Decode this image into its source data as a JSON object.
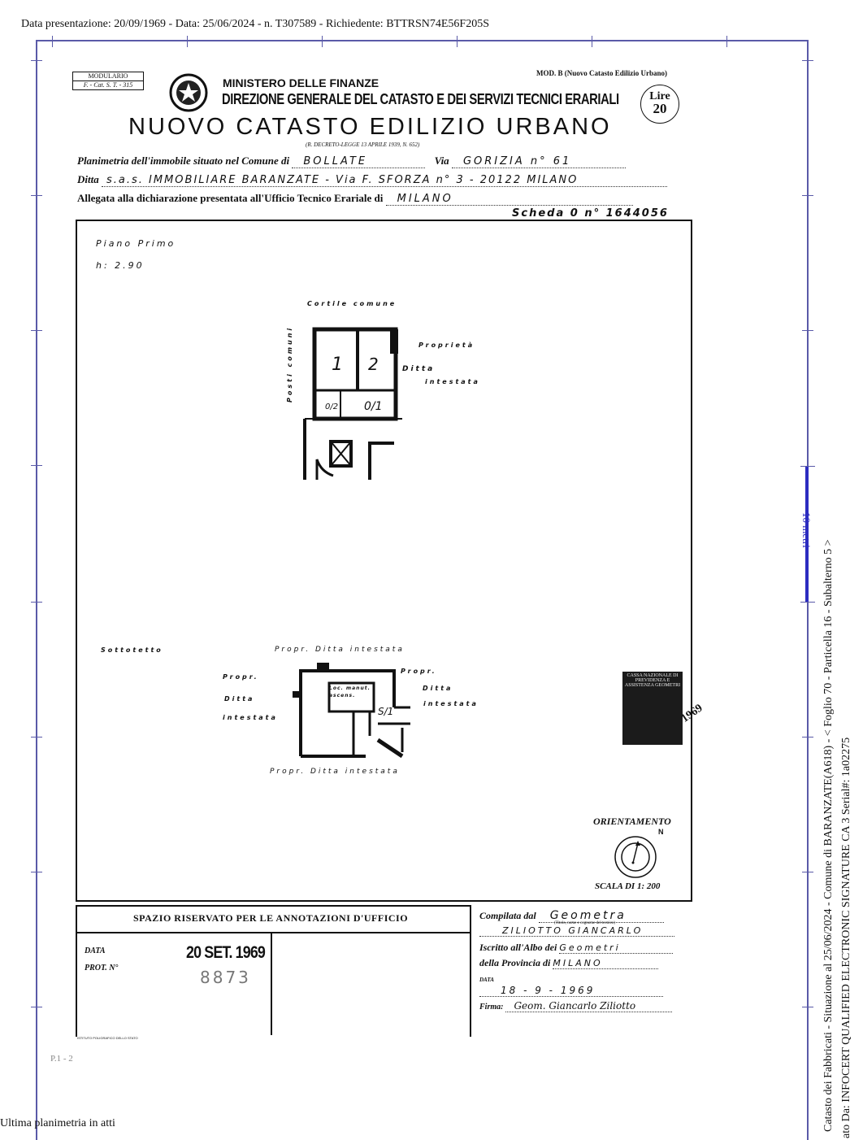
{
  "header": {
    "text": "Data presentazione: 20/09/1969 - Data: 25/06/2024 - n. T307589 - Richiedente: BTTRSN74E56F205S"
  },
  "footer": {
    "text": "Ultima planimetria in atti"
  },
  "side": {
    "scale_bar_label": "10 metri",
    "line1": "Catasto dei Fabbricati - Situazione al 25/06/2024 - Comune di BARANZATE(A618) - < Foglio 70 - Particella 16 - Subalterno 5 >",
    "line2": "ato Da: INFOCERT QUALIFIED ELECTRONIC SIGNATURE CA 3 Serial#: 1a02275"
  },
  "form": {
    "modulario": "MODULARIO",
    "modulario_code": "F. - Cat. S. T. - 315",
    "mod_b": "MOD. B (Nuovo Catasto Edilizio Urbano)",
    "ministry": "MINISTERO DELLE FINANZE",
    "direction": "DIREZIONE GENERALE DEL CATASTO E DEI SERVIZI TECNICI ERARIALI",
    "title": "NUOVO CATASTO EDILIZIO URBANO",
    "decree": "(R. DECRETO-LEGGE 13 APRILE 1939, N. 652)",
    "stamp_lire": "Lire",
    "stamp_value": "20",
    "planimetria_label": "Planimetria dell'immobile situato nel Comune di",
    "comune": "BOLLATE",
    "via_label": "Via",
    "via": "GORIZIA  n° 61",
    "ditta_label": "Ditta",
    "ditta": "s.a.s. IMMOBILIARE BARANZATE - Via F. SFORZA n° 3 - 20122 MILANO",
    "allegata_label": "Allegata alla dichiarazione presentata all'Ufficio Tecnico Erariale di",
    "ufficio": "MILANO",
    "scheda": "Scheda 0 n° 1644056"
  },
  "plan": {
    "piano": "Piano Primo",
    "altezza": "h: 2.90",
    "cortile": "Cortile comune",
    "posti": "Posti comuni",
    "proprieta": "Proprietà",
    "ditta": "Ditta",
    "intestata": "intestata",
    "room1": "1",
    "room2": "2",
    "room3": "0/1",
    "room4": "0/2",
    "sottotetto": "Sottotetto",
    "prop_top": "Propr. Ditta intestata",
    "prop_left1": "Propr.",
    "prop_left2": "Ditta",
    "prop_left3": "intestata",
    "prop_right1": "Propr.",
    "prop_right2": "Ditta",
    "prop_right3": "intestata",
    "prop_bottom": "Propr. Ditta intestata",
    "locale": "Loc. manut. ascens.",
    "room5": "S/1",
    "stamp_text": "CASSA NAZIONALE DI PREVIDENZA E ASSISTENZA GEOMETRI",
    "stamp_year": "1969",
    "orientamento": "ORIENTAMENTO",
    "north": "N",
    "scala": "SCALA DI 1: 200"
  },
  "office": {
    "title": "SPAZIO RISERVATO PER LE ANNOTAZIONI D'UFFICIO",
    "data_label": "DATA",
    "prot_label": "PROT. N°",
    "data_stamp": "20 SET. 1969",
    "prot_value": "8873",
    "printer": "ISTITUTO POLIGRAFICO DELLO STATO",
    "page_mark": "P.1 - 2"
  },
  "compiler": {
    "compilata_label": "Compilata dal",
    "titolo": "Geometra",
    "titolo_hint": "(Titolo, nome e cognome del tecnico)",
    "nome": "ZILIOTTO  GIANCARLO",
    "albo_label": "Iscritto all'Albo dei",
    "albo": "Geometri",
    "provincia_label": "della Provincia di",
    "provincia": "MILANO",
    "data_label": "DATA",
    "data": "18 - 9 - 1969",
    "firma_label": "Firma:",
    "firma": "Geom. Giancarlo Ziliotto"
  }
}
